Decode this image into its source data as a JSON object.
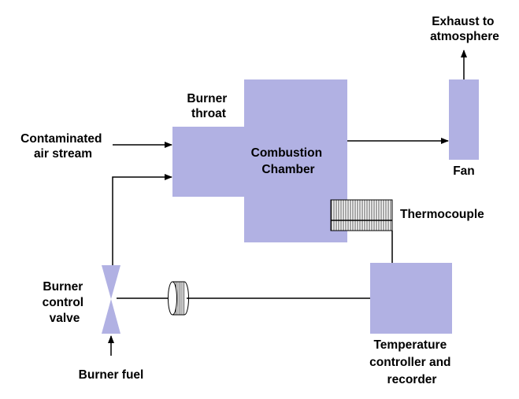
{
  "colors": {
    "block_fill": "#b1b1e3",
    "line": "#000000",
    "background": "#ffffff"
  },
  "labels": {
    "exhaust": [
      "Exhaust to",
      "atmosphere"
    ],
    "burner_throat": [
      "Burner",
      "throat"
    ],
    "contaminated_air": [
      "Contaminated",
      "air stream"
    ],
    "combustion_chamber": [
      "Combustion",
      "Chamber"
    ],
    "fan": "Fan",
    "thermocouple": "Thermocouple",
    "burner_valve": [
      "Burner",
      "control",
      "valve"
    ],
    "temperature_controller": [
      "Temperature",
      "controller and",
      "recorder"
    ],
    "burner_fuel": "Burner fuel"
  },
  "icons": {
    "valve": "bowtie-valve-icon",
    "actuator": "cylinder-actuator-icon",
    "thermocouple": "ribbed-sensor-icon",
    "arrowhead": "arrowhead-icon"
  }
}
